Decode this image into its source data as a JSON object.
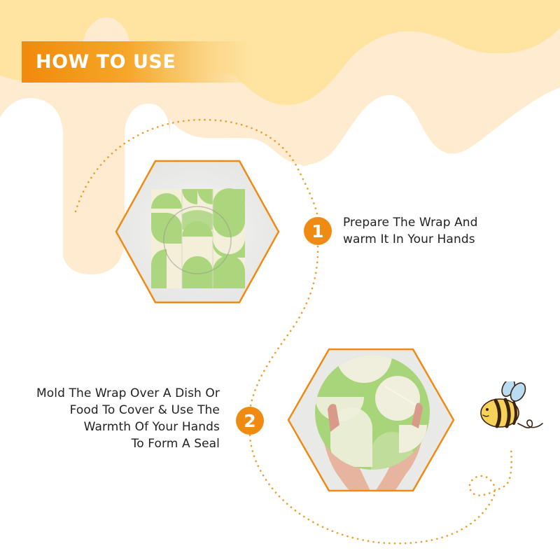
{
  "header": {
    "title": "HOW TO USE"
  },
  "steps": [
    {
      "number": "1",
      "lines": [
        "Prepare The Wrap And",
        "warm It In Your Hands"
      ],
      "image": "folded-beeswax-wrap-square"
    },
    {
      "number": "2",
      "lines": [
        "Mold The Wrap Over A Dish Or",
        "Food To Cover & Use The",
        "Warmth Of Your Hands",
        "To Form A Seal"
      ],
      "image": "hands-sealing-wrap-over-bowl"
    }
  ],
  "decorations": {
    "mascot": "bee-icon",
    "connector": "dotted-path"
  },
  "colors": {
    "accent": "#ef8a12",
    "honey_dark": "#fee4a0",
    "honey_light": "#feebd0",
    "wrap_green": "#a8d47a",
    "wrap_cream": "#f3efd9",
    "text": "#222222"
  }
}
